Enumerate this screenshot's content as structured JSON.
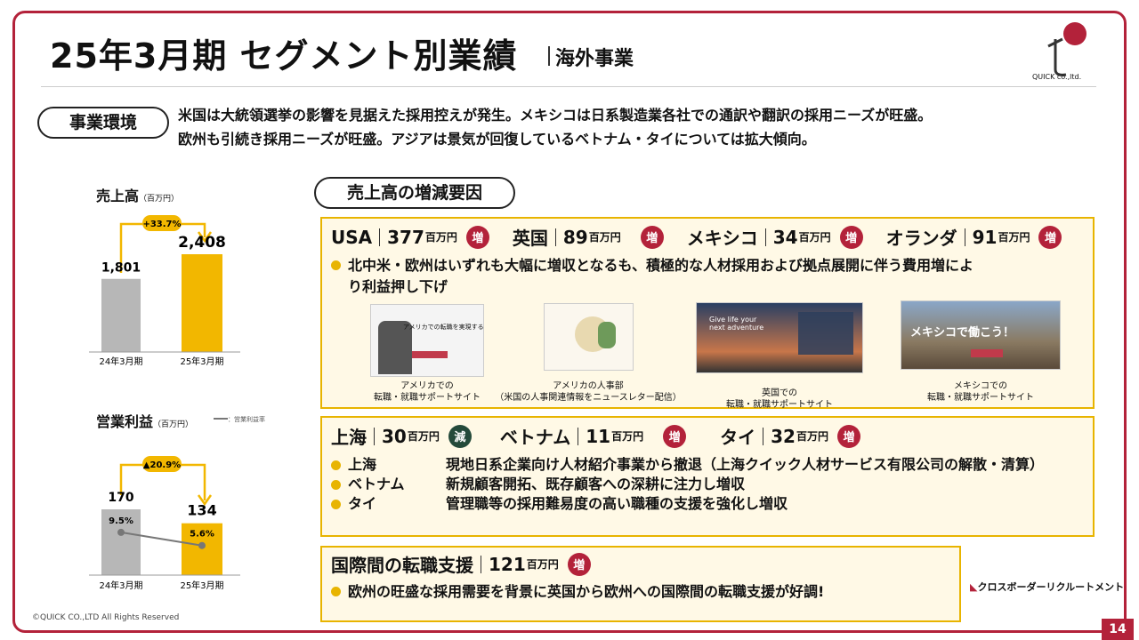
{
  "header": {
    "title": "25年3月期 セグメント別業績",
    "subtitle": "海外事業",
    "logo_text": "QUICK co.,ltd."
  },
  "environment": {
    "label": "事業環境",
    "line1": "米国は大統領選挙の影響を見据えた採用控えが発生。メキシコは日系製造業各社での通訳や翻訳の採用ニーズが旺盛。",
    "line2": "欧州も引続き採用ニーズが旺盛。アジアは景気が回復しているベトナム・タイについては拡大傾向。"
  },
  "sales_chart": {
    "title": "売上高",
    "unit": "（百万円）",
    "growth": "+33.7%",
    "categories": [
      "24年3月期",
      "25年3月期"
    ],
    "value_labels": [
      "1,801",
      "2,408"
    ]
  },
  "profit_chart": {
    "title": "営業利益",
    "unit": "（百万円）",
    "legend": "：営業利益率",
    "growth": "▲20.9%",
    "categories": [
      "24年3月期",
      "25年3月期"
    ],
    "value_labels": [
      "170",
      "134"
    ],
    "margin_labels": [
      "9.5%",
      "5.6%"
    ]
  },
  "chart_data": [
    {
      "type": "bar",
      "title": "売上高",
      "categories": [
        "24年3月期",
        "25年3月期"
      ],
      "values": [
        1801,
        2408
      ],
      "colors": [
        "#b7b7b7",
        "#f2b700"
      ],
      "annotation": "+33.7%"
    },
    {
      "type": "bar",
      "title": "営業利益",
      "categories": [
        "24年3月期",
        "25年3月期"
      ],
      "values": [
        170,
        134
      ],
      "line_series": {
        "name": "営業利益率",
        "values": [
          9.5,
          5.6
        ]
      },
      "annotation": "▲20.9%"
    }
  ],
  "factors": {
    "label": "売上高の増減要因"
  },
  "box1": {
    "segments": [
      {
        "name": "USA",
        "value": "377",
        "unit": "百万円",
        "badge": "増"
      },
      {
        "name": "英国",
        "value": "89",
        "unit": "百万円",
        "badge": "増"
      },
      {
        "name": "メキシコ",
        "value": "34",
        "unit": "百万円",
        "badge": "増"
      },
      {
        "name": "オランダ",
        "value": "91",
        "unit": "百万円",
        "badge": "増"
      }
    ],
    "bullet_line1": "北中米・欧州はいずれも大幅に増収となるも、積極的な人材採用および拠点展開に伴う費用増によ",
    "bullet_line2": "り利益押し下げ",
    "shots": [
      {
        "text": "アメリカでの転職を実現する",
        "cap1": "アメリカでの",
        "cap2": "転職・就職サポートサイト"
      },
      {
        "text": "",
        "cap1": "アメリカの人事部",
        "cap2": "（米国の人事関連情報をニュースレター配信）"
      },
      {
        "text": "Give life your next adventure",
        "cap1": "英国での",
        "cap2": "転職・就職サポートサイト"
      },
      {
        "text": "メキシコで働こう！",
        "cap1": "メキシコでの",
        "cap2": "転職・就職サポートサイト"
      }
    ]
  },
  "box2": {
    "segments": [
      {
        "name": "上海",
        "value": "30",
        "unit": "百万円",
        "badge": "減"
      },
      {
        "name": "ベトナム",
        "value": "11",
        "unit": "百万円",
        "badge": "増"
      },
      {
        "name": "タイ",
        "value": "32",
        "unit": "百万円",
        "badge": "増"
      }
    ],
    "rows": [
      {
        "k": "上海",
        "v": "現地日系企業向け人材紹介事業から撤退（上海クイック人材サービス有限公司の解散・清算）"
      },
      {
        "k": "ベトナム",
        "v": "新規顧客開拓、既存顧客への深耕に注力し増収"
      },
      {
        "k": "タイ",
        "v": "管理職等の採用難易度の高い職種の支援を強化し増収"
      }
    ]
  },
  "box3": {
    "name": "国際間の転職支援",
    "value": "121",
    "unit": "百万円",
    "badge": "増",
    "bullet": "欧州の旺盛な採用需要を背景に英国から欧州への国際間の転職支援が好調!",
    "logo": "クロスボーダーリクルートメント"
  },
  "footer": {
    "copyright": "©QUICK CO.,LTD All Rights Reserved",
    "page": "14"
  }
}
